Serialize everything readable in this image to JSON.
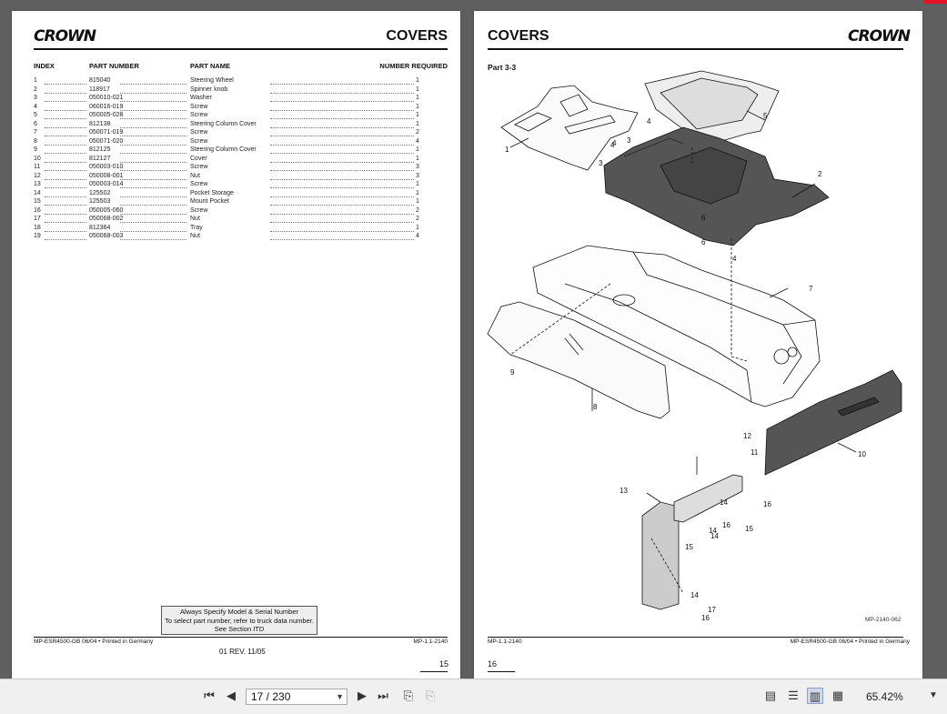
{
  "left_page": {
    "logo": "CROWN",
    "title": "COVERS",
    "headers": {
      "index": "INDEX",
      "part_number": "PART NUMBER",
      "part_name": "PART NAME",
      "number_required": "NUMBER REQUIRED"
    },
    "rows": [
      {
        "index": "1",
        "part_number": "815040",
        "part_name": "Steering Wheel",
        "qty": "1"
      },
      {
        "index": "2",
        "part_number": "118917",
        "part_name": "Spinner knob",
        "qty": "1"
      },
      {
        "index": "3",
        "part_number": "050010-021",
        "part_name": "Washer",
        "qty": "1"
      },
      {
        "index": "4",
        "part_number": "060016-019",
        "part_name": "Screw",
        "qty": "1"
      },
      {
        "index": "5",
        "part_number": "050005-028",
        "part_name": "Screw",
        "qty": "1"
      },
      {
        "index": "6",
        "part_number": "812138",
        "part_name": "Steering Column Cover",
        "qty": "1"
      },
      {
        "index": "7",
        "part_number": "050071-019",
        "part_name": "Screw",
        "qty": "2"
      },
      {
        "index": "8",
        "part_number": "050071-020",
        "part_name": "Screw",
        "qty": "4"
      },
      {
        "index": "9",
        "part_number": "812125",
        "part_name": "Steering Column Cover",
        "qty": "1"
      },
      {
        "index": "10",
        "part_number": "812127",
        "part_name": "Cover",
        "qty": "1"
      },
      {
        "index": "11",
        "part_number": "050003-010",
        "part_name": "Screw",
        "qty": "3"
      },
      {
        "index": "12",
        "part_number": "050008-001",
        "part_name": "Nut",
        "qty": "3"
      },
      {
        "index": "13",
        "part_number": "050003-014",
        "part_name": "Screw",
        "qty": "1"
      },
      {
        "index": "14",
        "part_number": "125502",
        "part_name": "Pocket Storage",
        "qty": "1"
      },
      {
        "index": "15",
        "part_number": "125503",
        "part_name": "Mount Pocket",
        "qty": "1"
      },
      {
        "index": "16",
        "part_number": "050005-060",
        "part_name": "Screw",
        "qty": "2"
      },
      {
        "index": "17",
        "part_number": "050068-002",
        "part_name": "Nut",
        "qty": "2"
      },
      {
        "index": "18",
        "part_number": "812364",
        "part_name": "Tray",
        "qty": "1"
      },
      {
        "index": "19",
        "part_number": "050068-003",
        "part_name": "Nut",
        "qty": "4"
      }
    ],
    "note": [
      "Always Specify Model & Serial Number",
      "To select part number, refer to truck data number.",
      "See Section ITD"
    ],
    "footer_left": "MP-ESR4500-GB 06/04 • Printed in Germany",
    "footer_right": "MP-1.1-2140",
    "revision": "01 REV. 11/05",
    "page_number": "15"
  },
  "right_page": {
    "title": "COVERS",
    "logo": "CROWN",
    "part_label": "Part 3-3",
    "callouts": [
      "1",
      "2",
      "3",
      "3",
      "4",
      "4",
      "4",
      "4",
      "5",
      "6",
      "6",
      "7",
      "8",
      "9",
      "10",
      "11",
      "12",
      "13",
      "14",
      "14",
      "14",
      "14",
      "15",
      "15",
      "16",
      "16",
      "16",
      "17"
    ],
    "figure_id": "MP-2140-062",
    "footer_left": "MP-1.1-2140",
    "footer_right": "MP-ESR4500-GB 06/04 • Printed in Germany",
    "page_number": "16"
  },
  "toolbar": {
    "page_value": "17 / 230",
    "zoom": "65.42%",
    "icons": [
      "first-page-icon",
      "prev-page-icon",
      "next-page-icon",
      "last-page-icon",
      "back-view-icon",
      "forward-view-icon",
      "single-page-icon",
      "continuous-icon",
      "two-page-icon",
      "two-page-continuous-icon",
      "zoom-dropdown-icon"
    ]
  },
  "colors": {
    "background": "#5f5f5f",
    "toolbar": "#f0f0f0",
    "page": "#ffffff",
    "close_accent": "#e81123"
  }
}
